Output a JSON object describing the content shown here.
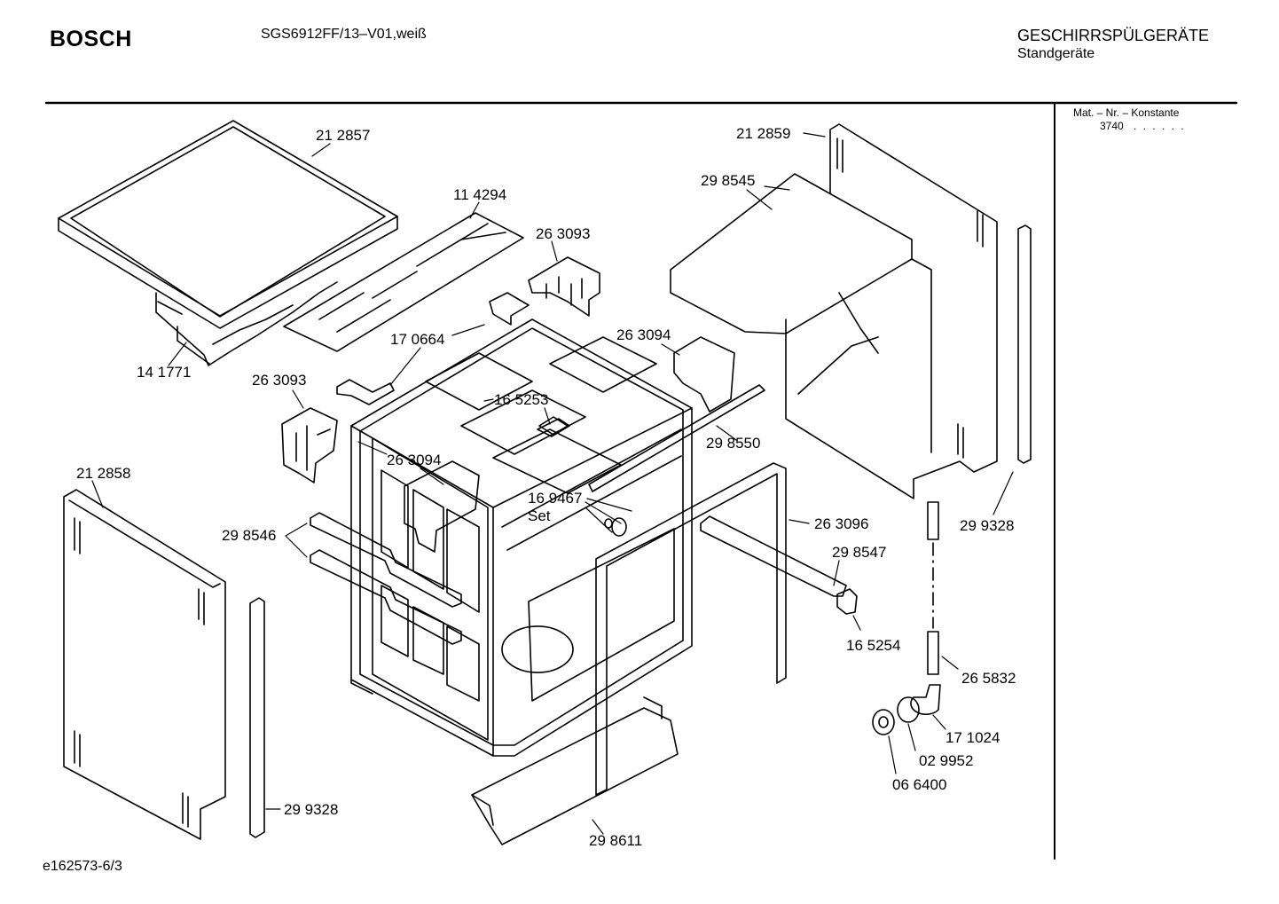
{
  "header": {
    "brand": "BOSCH",
    "model": "SGS6912FF/13–V01,weiß",
    "category": "GESCHIRRSPÜLGERÄTE",
    "subcategory": "Standgeräte"
  },
  "side_panel": {
    "konstante_label": "Mat. – Nr. – Konstante",
    "konstante_value": "3740",
    "konstante_dots": ". .  . . . ."
  },
  "footer": {
    "doc_id": "e162573-6/3"
  },
  "parts": [
    "21 2857",
    "11 4294",
    "26 3093",
    "17 0664",
    "14 1771",
    "26 3093",
    "16 5253",
    "26 3094",
    "21 2858",
    "29 8546",
    "16 9467",
    "Set",
    "29 9328",
    "29 8611",
    "21 2859",
    "29 8545",
    "26 3094",
    "29 8550",
    "26 3096",
    "29 8547",
    "16 5254",
    "29 9328",
    "26 5832",
    "17 1024",
    "02 9952",
    "06 6400"
  ]
}
